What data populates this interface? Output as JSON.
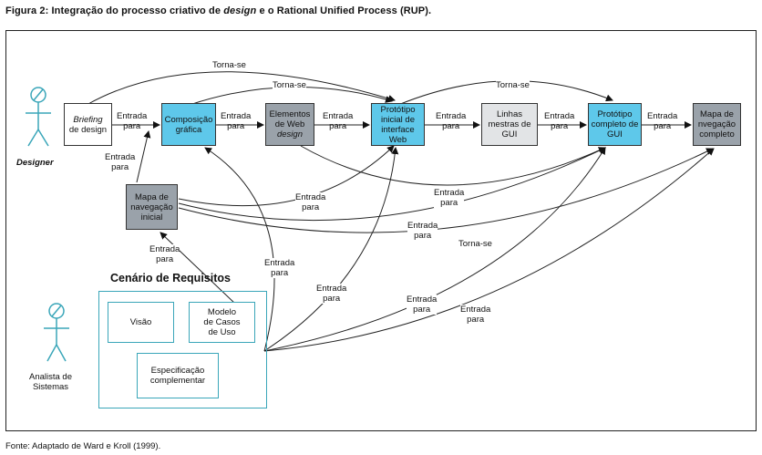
{
  "caption": {
    "prefix": "Figura 2: Integração do processo criativo de ",
    "emph": "design",
    "suffix": " e o Rational Unified Process (RUP)."
  },
  "source": "Fonte: Adaptado de Ward e Kroll (1999).",
  "actors": {
    "designer": "Designer",
    "analista_line1": "Analista de",
    "analista_line2": "Sistemas"
  },
  "nodes": {
    "briefing": {
      "line1": "Briefing",
      "line2": "de design"
    },
    "composicao": {
      "line1": "Composição",
      "line2": "gráfica"
    },
    "elementos": {
      "line1": "Elementos",
      "line2": "de Web",
      "line3": "design"
    },
    "prototipo_inicial": {
      "line1": "Protótipo",
      "line2": "inicial de",
      "line3": "interface",
      "line4": "Web"
    },
    "linhas": {
      "line1": "Linhas",
      "line2": "mestras de",
      "line3": "GUI"
    },
    "prototipo_completo": {
      "line1": "Protótipo",
      "line2": "completo de",
      "line3": "GUI"
    },
    "mapa_completo": {
      "line1": "Mapa de",
      "line2": "nvegação",
      "line3": "completo"
    },
    "mapa_inicial": {
      "line1": "Mapa de",
      "line2": "navegação",
      "line3": "inicial"
    }
  },
  "scenario": {
    "title": "Cenário de Requisitos",
    "visao": "Visão",
    "modelo": {
      "line1": "Modelo",
      "line2": "de Casos",
      "line3": "de Uso"
    },
    "especificacao": {
      "line1": "Especificação",
      "line2": "complementar"
    }
  },
  "edge_labels": {
    "entrada": "Entrada",
    "para": "para",
    "torna_se": "Torna-se"
  }
}
